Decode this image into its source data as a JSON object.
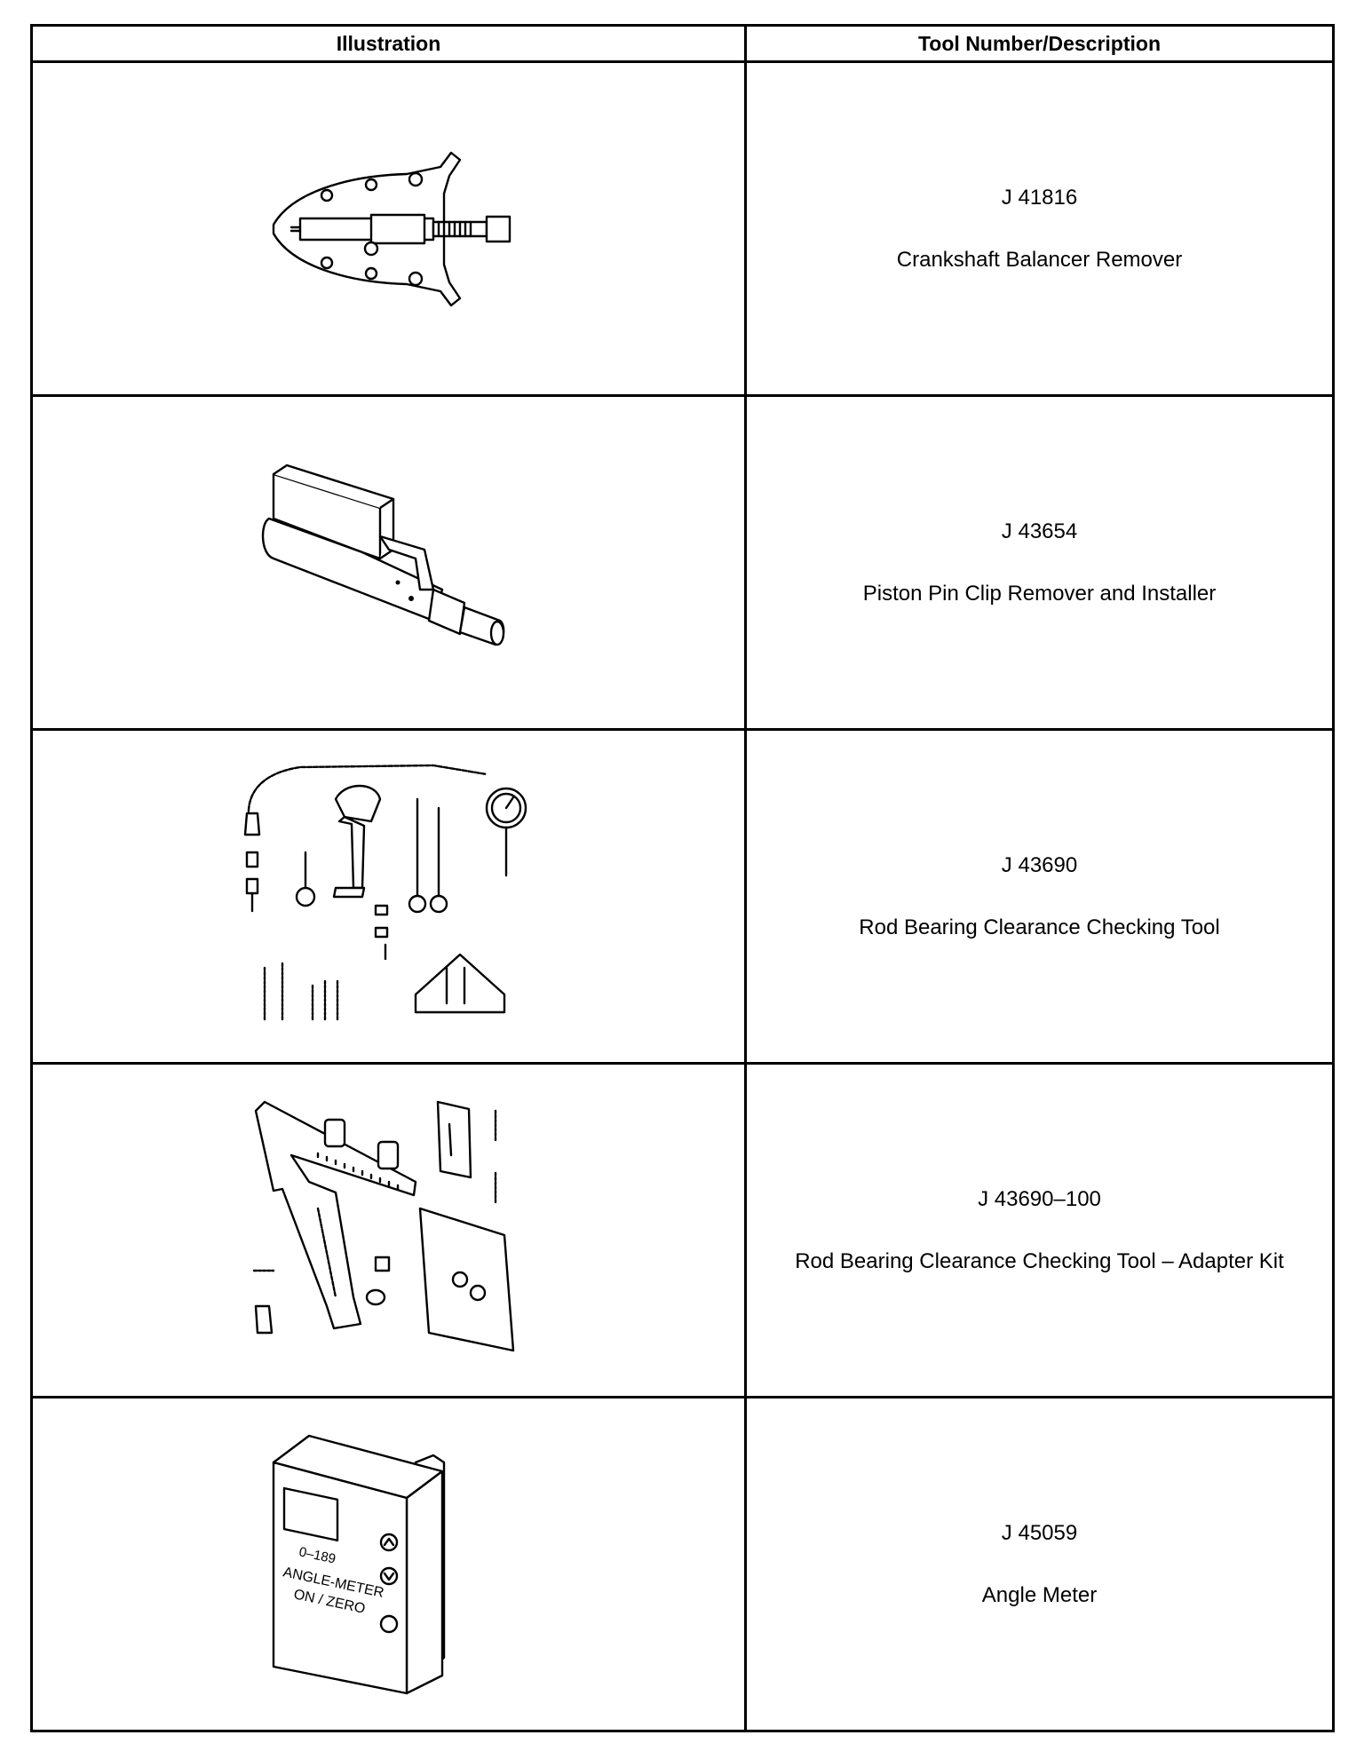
{
  "table": {
    "headers": {
      "illustration": "Illustration",
      "tool": "Tool Number/Description"
    },
    "rows": [
      {
        "number": "J 41816",
        "description": "Crankshaft Balancer Remover",
        "icon": "gear-puller-icon"
      },
      {
        "number": "J 43654",
        "description": "Piston Pin Clip Remover and Installer",
        "icon": "pin-clip-tool-icon"
      },
      {
        "number": "J 43690",
        "description": "Rod Bearing Clearance Checking Tool",
        "icon": "dial-indicator-kit-icon"
      },
      {
        "number": "J 43690–100",
        "description": "Rod Bearing Clearance Checking Tool – Adapter Kit",
        "icon": "adapter-kit-icon"
      },
      {
        "number": "J 45059",
        "description": "Angle Meter",
        "icon": "angle-meter-icon",
        "device_labels": {
          "range": "0–189",
          "name": "ANGLE-METER",
          "button": "ON / ZERO"
        }
      }
    ]
  }
}
